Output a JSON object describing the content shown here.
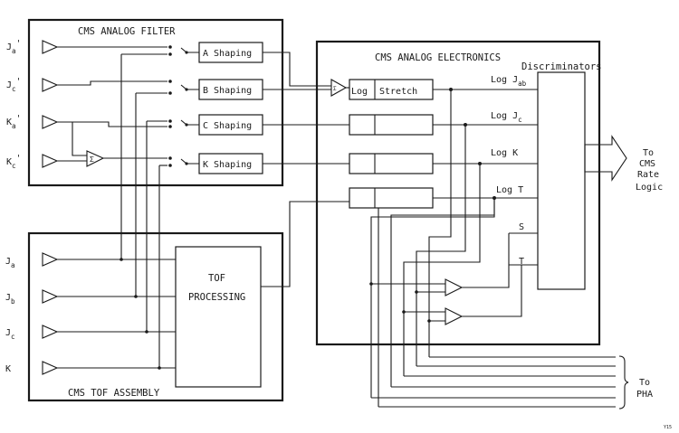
{
  "blocks": {
    "analog_filter_title": "CMS ANALOG FILTER",
    "tof_assembly_title": "CMS TOF ASSEMBLY",
    "analog_electronics_title": "CMS ANALOG ELECTRONICS",
    "tof_processing_line1": "TOF",
    "tof_processing_line2": "PROCESSING",
    "discriminators": "Discriminators"
  },
  "filter_inputs": [
    {
      "main": "J",
      "sub": "a",
      "prime": "'"
    },
    {
      "main": "J",
      "sub": "c",
      "prime": "'"
    },
    {
      "main": "K",
      "sub": "a",
      "prime": "'"
    },
    {
      "main": "K",
      "sub": "c",
      "prime": "'"
    }
  ],
  "sum_symbol": "Σ",
  "shaping": [
    "A Shaping",
    "B Shaping",
    "C Shaping",
    "K Shaping"
  ],
  "tof_inputs": [
    {
      "main": "J",
      "sub": "a"
    },
    {
      "main": "J",
      "sub": "b"
    },
    {
      "main": "J",
      "sub": "c"
    },
    {
      "main": "K",
      "sub": ""
    }
  ],
  "log_label": "Log",
  "stretch_label": "Stretch",
  "log_outputs": [
    {
      "main": "Log J",
      "sub": "ab"
    },
    {
      "main": "Log J",
      "sub": "c"
    },
    {
      "main": "Log K",
      "sub": ""
    },
    {
      "main": "Log T",
      "sub": ""
    }
  ],
  "s_label": "S",
  "t_label": "T",
  "to_rate_logic": [
    "To",
    "CMS",
    "Rate",
    "Logic"
  ],
  "to_pha": [
    "To",
    "PHA"
  ],
  "page_number": "Y15"
}
